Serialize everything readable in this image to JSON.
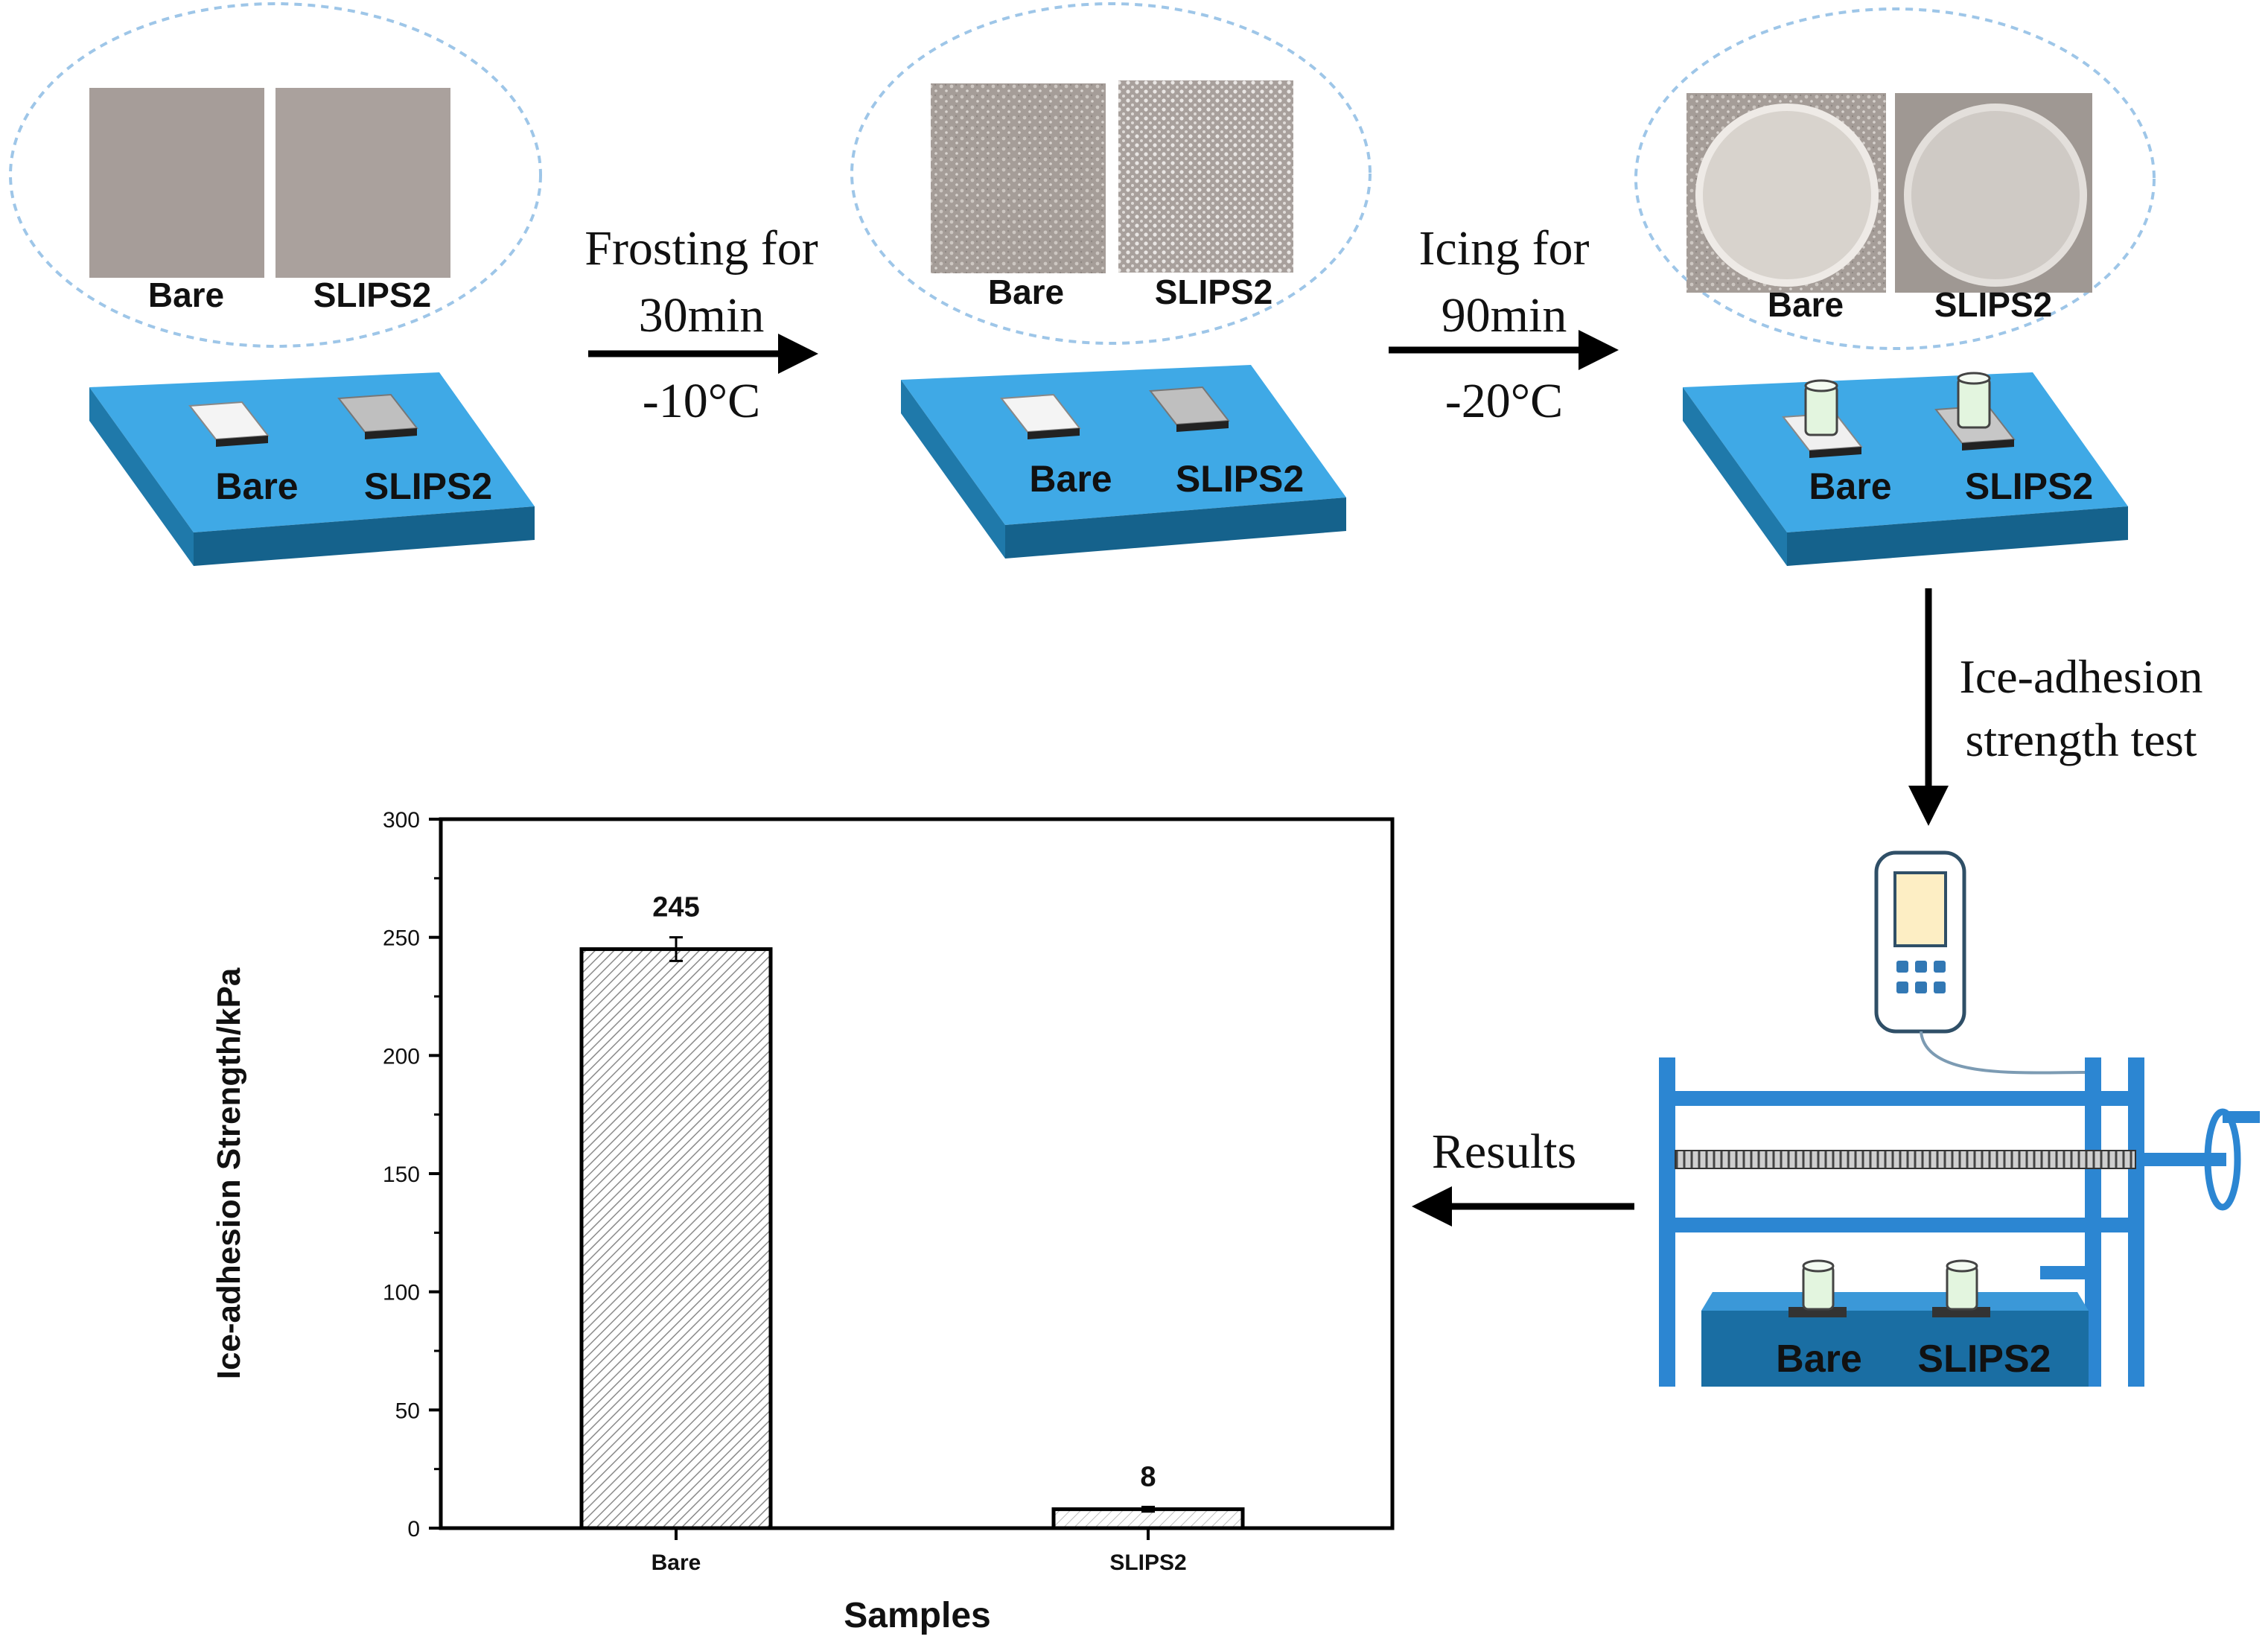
{
  "samples": [
    "Bare",
    "SLIPS2"
  ],
  "steps": [
    {
      "line1": "Frosting for",
      "line2": "30min",
      "line3": "-10°C"
    },
    {
      "line1": "Icing for",
      "line2": "90min",
      "line3": "-20°C"
    }
  ],
  "test_step": {
    "line1": "Ice-adhesion",
    "line2": "strength test"
  },
  "results_label": "Results",
  "colors": {
    "platform_top": "#3fa9e6",
    "platform_side": "#15628c",
    "frame": "#2c86d2",
    "ellipse_border": "#9ec6e8"
  },
  "chart_data": {
    "type": "bar",
    "categories": [
      "Bare",
      "SLIPS2"
    ],
    "values": [
      245,
      8
    ],
    "data_labels": [
      "245",
      "8"
    ],
    "error": [
      5,
      1
    ],
    "xlabel": "Samples",
    "ylabel": "Ice-adhesion Strength/kPa",
    "ylim": [
      0,
      300
    ],
    "yticks": [
      "0",
      "50",
      "100",
      "150",
      "200",
      "250",
      "300"
    ],
    "grid": false,
    "bar_pattern": "diagonal-hatch"
  }
}
